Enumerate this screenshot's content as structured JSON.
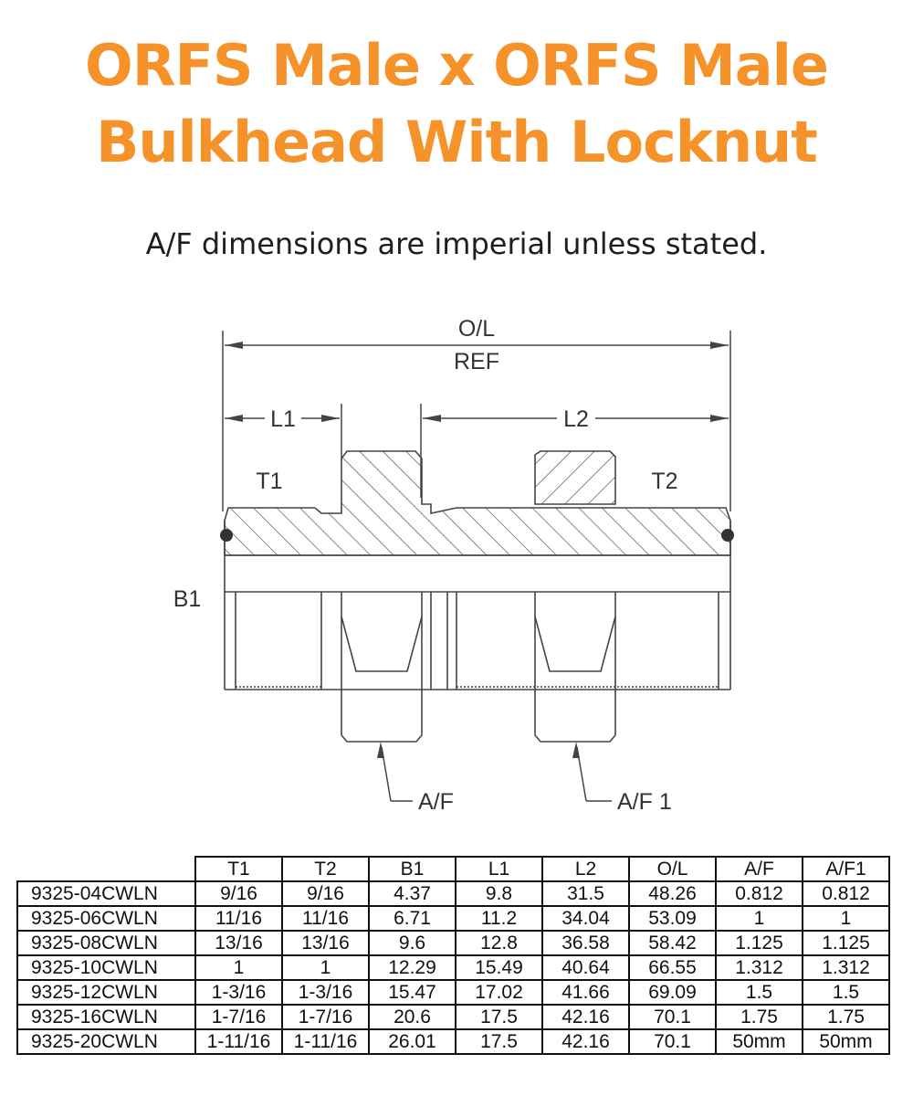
{
  "title": {
    "line1": "ORFS Male x ORFS Male",
    "line2": "Bulkhead With Locknut"
  },
  "subtitle": "A/F dimensions are imperial unless stated.",
  "colors": {
    "title": "#f5932a",
    "text": "#1e1e1e",
    "drawing": "#444444"
  },
  "drawing": {
    "ol_label": "O/L",
    "ref_label": "REF",
    "l1_label": "L1",
    "l2_label": "L2",
    "t1_label": "T1",
    "t2_label": "T2",
    "b1_label": "B1",
    "af_label": "A/F",
    "af1_label": "A/F 1"
  },
  "table": {
    "headers": [
      "T1",
      "T2",
      "B1",
      "L1",
      "L2",
      "O/L",
      "A/F",
      "A/F1"
    ],
    "rows": [
      [
        "9325-04CWLN",
        "9/16",
        "9/16",
        "4.37",
        "9.8",
        "31.5",
        "48.26",
        "0.812",
        "0.812"
      ],
      [
        "9325-06CWLN",
        "11/16",
        "11/16",
        "6.71",
        "11.2",
        "34.04",
        "53.09",
        "1",
        "1"
      ],
      [
        "9325-08CWLN",
        "13/16",
        "13/16",
        "9.6",
        "12.8",
        "36.58",
        "58.42",
        "1.125",
        "1.125"
      ],
      [
        "9325-10CWLN",
        "1",
        "1",
        "12.29",
        "15.49",
        "40.64",
        "66.55",
        "1.312",
        "1.312"
      ],
      [
        "9325-12CWLN",
        "1-3/16",
        "1-3/16",
        "15.47",
        "17.02",
        "41.66",
        "69.09",
        "1.5",
        "1.5"
      ],
      [
        "9325-16CWLN",
        "1-7/16",
        "1-7/16",
        "20.6",
        "17.5",
        "42.16",
        "70.1",
        "1.75",
        "1.75"
      ],
      [
        "9325-20CWLN",
        "1-11/16",
        "1-11/16",
        "26.01",
        "17.5",
        "42.16",
        "70.1",
        "50mm",
        "50mm"
      ]
    ]
  }
}
